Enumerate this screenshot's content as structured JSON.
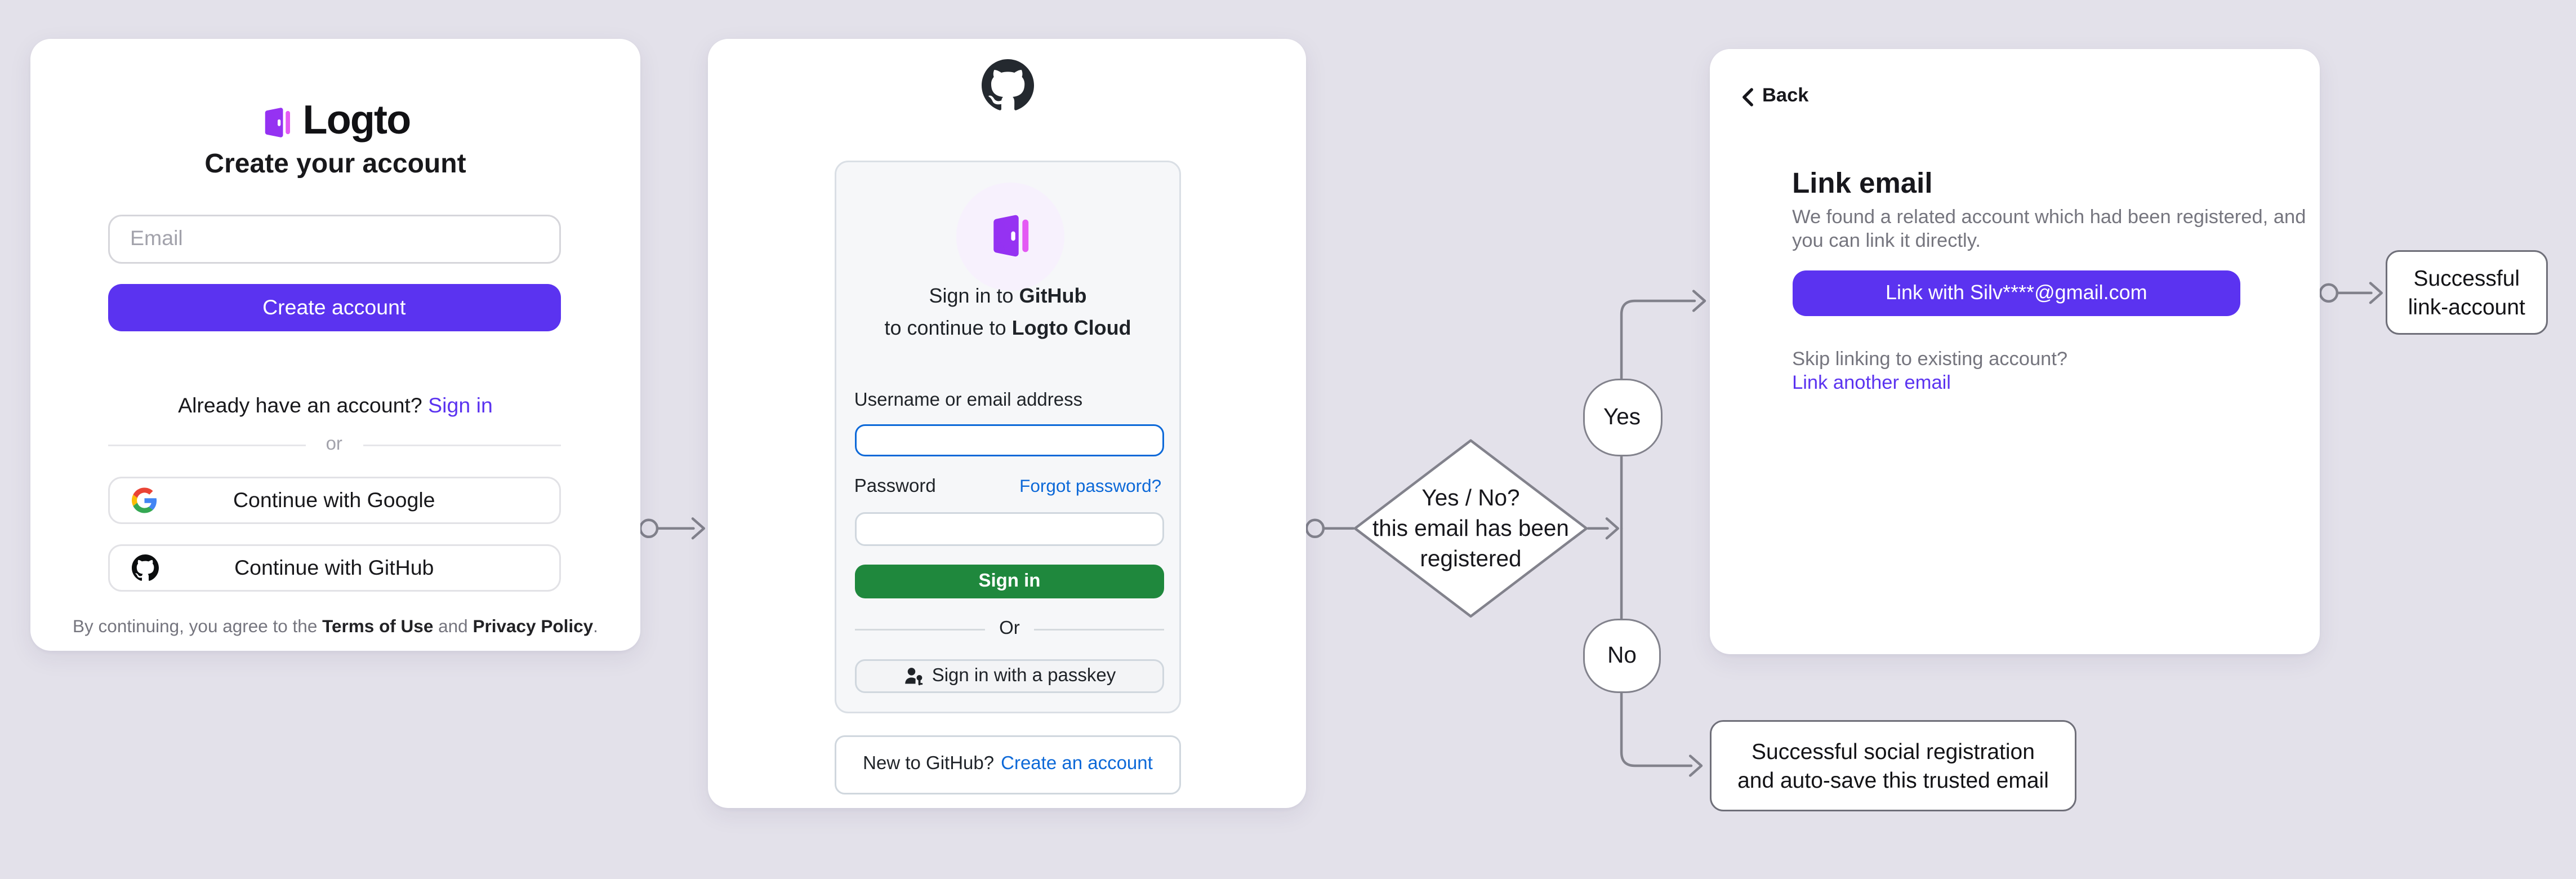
{
  "logto_signup": {
    "brand": "Logto",
    "title": "Create your account",
    "email_placeholder": "Email",
    "create_button": "Create account",
    "signin_prompt": "Already have an account?",
    "signin_link": "Sign in",
    "divider": "or",
    "google_button": "Continue with Google",
    "github_button": "Continue with GitHub",
    "terms_prefix": "By continuing, you agree to the",
    "terms_link": "Terms of Use",
    "terms_and": "and",
    "privacy_link": "Privacy Policy",
    "terms_suffix": "."
  },
  "github_signin": {
    "heading_line1_prefix": "Sign in to ",
    "heading_line1_bold": "GitHub",
    "heading_line2_prefix": "to continue to ",
    "heading_line2_bold": "Logto Cloud",
    "username_label": "Username or email address",
    "username_value": "",
    "password_label": "Password",
    "forgot_link": "Forgot password?",
    "password_value": "",
    "signin_button": "Sign in",
    "divider": "Or",
    "passkey_button": "Sign in with a passkey",
    "new_prompt": "New to GitHub?",
    "create_link": "Create an account"
  },
  "link_email": {
    "back": "Back",
    "title": "Link email",
    "description_line1": "We found a related account which had been registered, and",
    "description_line2": "you can link it directly.",
    "link_button": "Link with Silv****@gmail.com",
    "skip_prompt": "Skip linking to existing account?",
    "link_another": "Link another email"
  },
  "flow": {
    "decision_line1": "Yes / No?",
    "decision_line2": "this email has been",
    "decision_line3": "registered",
    "yes": "Yes",
    "no": "No",
    "result_link_line1": "Successful",
    "result_link_line2": "link-account",
    "result_social_line1": "Successful social registration",
    "result_social_line2": "and auto-save this trusted email"
  },
  "icons": {
    "logto-logo-icon": "purple gradient open door",
    "github-logo-icon": "octocat mark",
    "google-logo-icon": "google G",
    "passkey-icon": "person with key",
    "back-icon": "chevron-left",
    "connector-dot": "small open circle",
    "arrowhead": "open chevron"
  },
  "colors": {
    "page_bg": "#e3e1ea",
    "card_bg": "#ffffff",
    "purple": "#5b33f0",
    "purple_light_badge": "#f7f1fd",
    "github_green": "#1f883d",
    "github_blue": "#0d69d8",
    "text_dark": "#18181b",
    "github_text": "#1f2328",
    "gray_text": "#75757e",
    "connector": "#82828c",
    "box_border": "#6f6f79",
    "panel_bg": "#f6f7f9",
    "panel_border": "#dadfe5",
    "input_border": "#d6d6db",
    "github_input_border": "#d0d7de"
  }
}
